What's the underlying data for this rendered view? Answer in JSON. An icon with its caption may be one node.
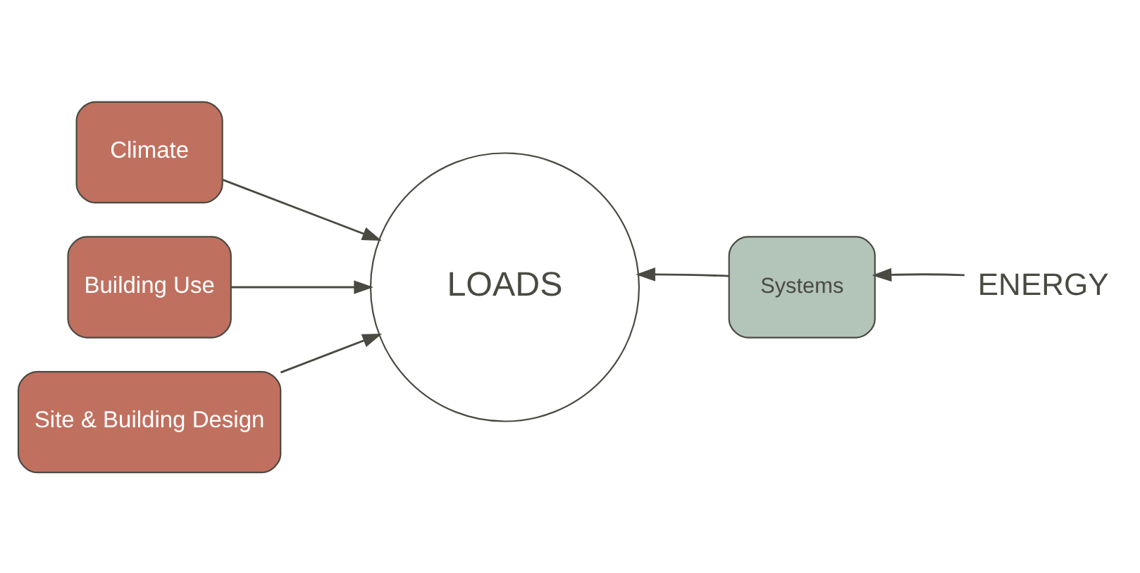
{
  "diagram": {
    "nodes": [
      {
        "text": [
          "Climate"
        ]
      },
      {
        "text": [
          "Building Use"
        ]
      },
      {
        "text": [
          "Site & Building Design"
        ]
      },
      {
        "text": [
          "LOADS"
        ]
      },
      {
        "text": [
          "Systems"
        ]
      },
      {
        "text": [
          "ENERGY"
        ]
      }
    ],
    "edges": [
      {
        "from": 0,
        "to": 3,
        "arrow": "to"
      },
      {
        "from": 1,
        "to": 3,
        "arrow": "to"
      },
      {
        "from": 2,
        "to": 3,
        "arrow": "to"
      },
      {
        "from": 4,
        "to": 3,
        "arrow": "to"
      },
      {
        "from": 5,
        "to": 4,
        "arrow": "to"
      }
    ]
  }
}
